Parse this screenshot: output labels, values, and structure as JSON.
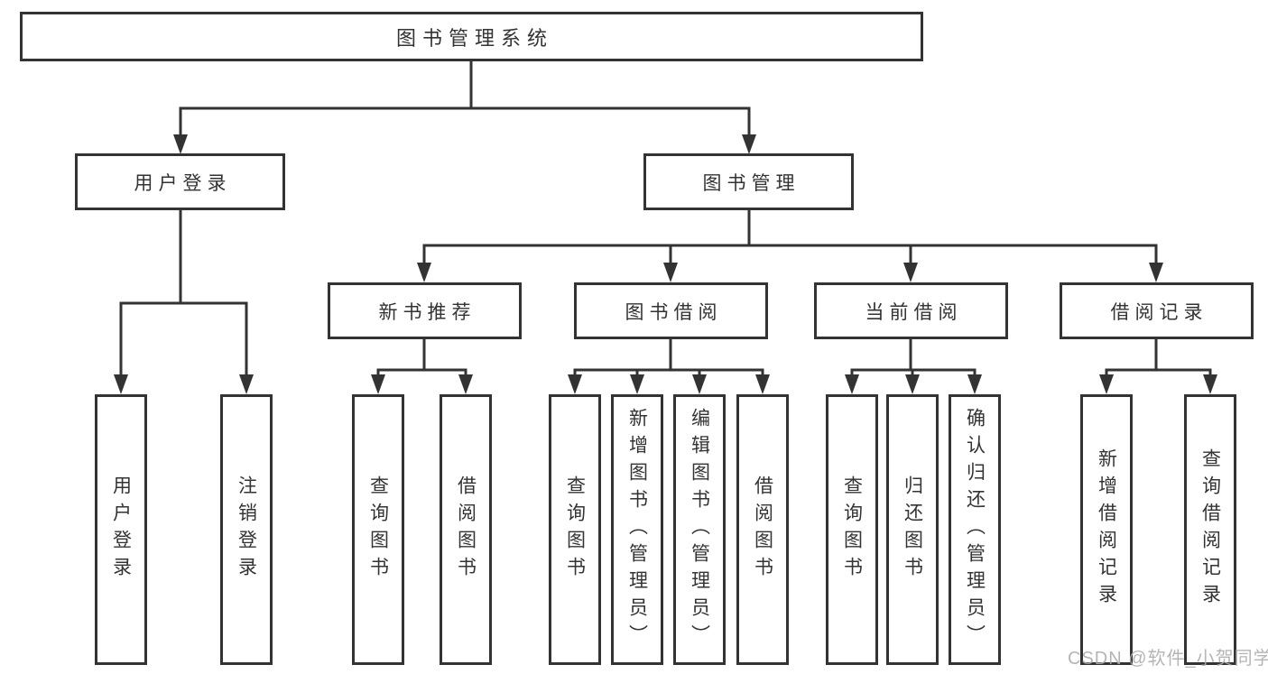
{
  "diagram_type": "hierarchy-tree",
  "colors": {
    "line": "#333333",
    "text": "#333333",
    "background": "#ffffff",
    "watermark": "#adadad"
  },
  "tree": {
    "root": "图书管理系统",
    "children": [
      {
        "label": "用户登录",
        "children": [
          "用户登录",
          "注销登录"
        ]
      },
      {
        "label": "图书管理",
        "children": [
          {
            "label": "新书推荐",
            "children": [
              "查询图书",
              "借阅图书"
            ]
          },
          {
            "label": "图书借阅",
            "children": [
              "查询图书",
              "新增图书（管理员）",
              "编辑图书（管理员）",
              "借阅图书"
            ]
          },
          {
            "label": "当前借阅",
            "children": [
              "查询图书",
              "归还图书",
              "确认归还（管理员）"
            ]
          },
          {
            "label": "借阅记录",
            "children": [
              "新增借阅记录",
              "查询借阅记录"
            ]
          }
        ]
      }
    ]
  },
  "watermark": "CSDN @软件_小贺同学"
}
